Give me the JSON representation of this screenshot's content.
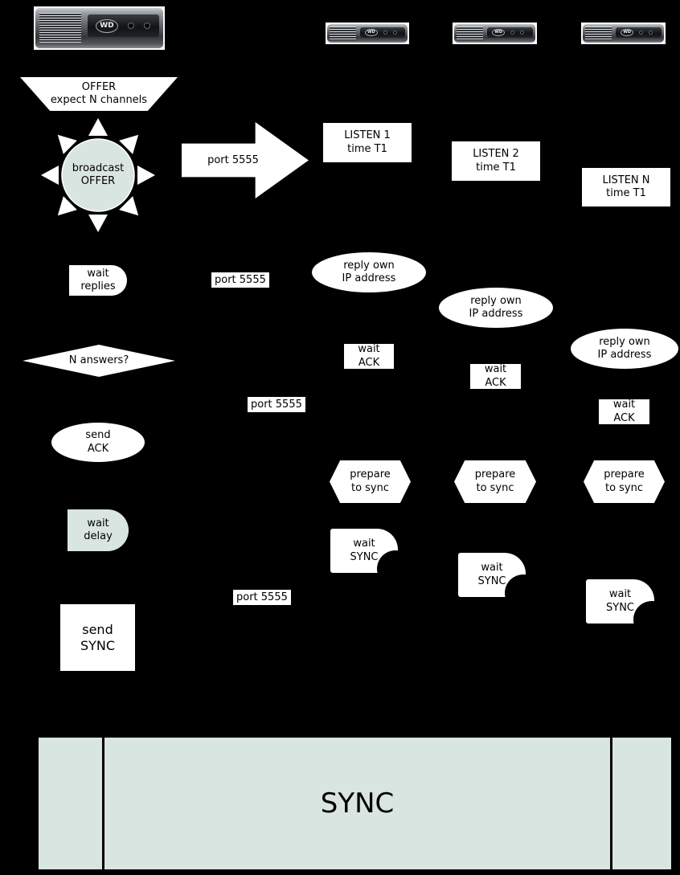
{
  "colors": {
    "background": "#000000",
    "shape": "#ffffff",
    "accent": "#d9e5e0",
    "text": "#000000"
  },
  "device_brand": "WD",
  "master": {
    "offer": {
      "l1": "OFFER",
      "l2": "expect N channels"
    },
    "broadcast": {
      "l1": "broadcast",
      "l2": "OFFER"
    },
    "wait_replies": {
      "l1": "wait",
      "l2": "replies"
    },
    "n_answers": "N answers?",
    "send_ack": {
      "l1": "send",
      "l2": "ACK"
    },
    "wait_delay": {
      "l1": "wait",
      "l2": "delay"
    },
    "send_sync": {
      "l1": "send",
      "l2": "SYNC"
    }
  },
  "ports": {
    "broadcast": "port 5555",
    "reply": "port 5555",
    "ack": "port 5555",
    "sync": "port 5555"
  },
  "clients": [
    {
      "listen": {
        "l1": "LISTEN 1",
        "l2": "time T1"
      },
      "reply": {
        "l1": "reply own",
        "l2": "IP address"
      },
      "wait_ack": {
        "l1": "wait",
        "l2": "ACK"
      },
      "prepare": {
        "l1": "prepare",
        "l2": "to sync"
      },
      "wait_sync": {
        "l1": "wait",
        "l2": "SYNC"
      }
    },
    {
      "listen": {
        "l1": "LISTEN 2",
        "l2": "time T1"
      },
      "reply": {
        "l1": "reply own",
        "l2": "IP address"
      },
      "wait_ack": {
        "l1": "wait",
        "l2": "ACK"
      },
      "prepare": {
        "l1": "prepare",
        "l2": "to sync"
      },
      "wait_sync": {
        "l1": "wait",
        "l2": "SYNC"
      }
    },
    {
      "listen": {
        "l1": "LISTEN N",
        "l2": "time T1"
      },
      "reply": {
        "l1": "reply own",
        "l2": "IP address"
      },
      "wait_ack": {
        "l1": "wait",
        "l2": "ACK"
      },
      "prepare": {
        "l1": "prepare",
        "l2": "to sync"
      },
      "wait_sync": {
        "l1": "wait",
        "l2": "SYNC"
      }
    }
  ],
  "sync_bar": "SYNC"
}
